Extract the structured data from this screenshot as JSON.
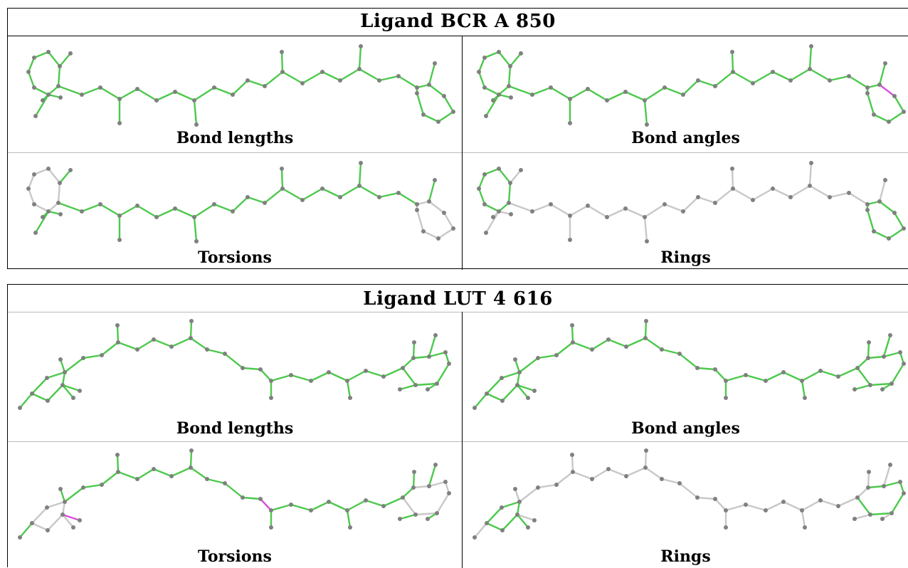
{
  "ligands": [
    {
      "title": "Ligand BCR A 850",
      "panels": [
        {
          "caption": "Bond lengths"
        },
        {
          "caption": "Bond angles"
        },
        {
          "caption": "Torsions"
        },
        {
          "caption": "Rings"
        }
      ]
    },
    {
      "title": "Ligand LUT 4 616",
      "panels": [
        {
          "caption": "Bond lengths"
        },
        {
          "caption": "Bond angles"
        },
        {
          "caption": "Torsions"
        },
        {
          "caption": "Rings"
        }
      ]
    }
  ],
  "colors": {
    "ok_bond": "#4cc94c",
    "outlier_bond": "#d94fd9",
    "unchecked_bond": "#c8c8c8",
    "atom": "#808080"
  }
}
